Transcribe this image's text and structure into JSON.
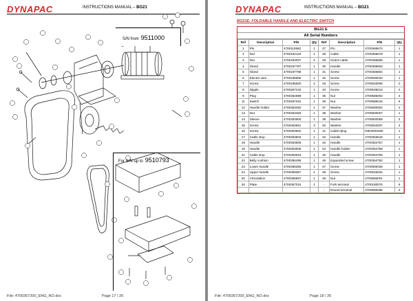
{
  "brand": "DYNAPAC",
  "left": {
    "header_manual": "INSTRUCTIONS MANUAL",
    "header_sep": " – ",
    "header_model": "BG21",
    "box1_label": "S/N from",
    "box1_sn": "9511000",
    "box2_label": "For S/N up to",
    "box2_sn": "9510793",
    "footer_file": "File: 4700367200_ENG_NO.doc",
    "footer_page": "Page 17 / 26"
  },
  "right": {
    "header_manual": "INSTRUCTIONS MANUAL",
    "header_sep": " – ",
    "header_model": "BG21",
    "section_title": "BG21E: FOLDABLE HANDLE AND ELECTRIC SWITCH",
    "table_title": "BG21 E",
    "table_subtitle": "All Serial Numbers",
    "footer_file": "File: 4700367200_ENG_NO.doc",
    "footer_page": "Page 18 / 26"
  },
  "columns": [
    "Ref",
    "Description",
    "P/N",
    "Qty",
    "Ref",
    "Description",
    "P/N",
    "Qty"
  ],
  "rows": [
    [
      "1",
      "Pin",
      "4700110682",
      "1",
      "27",
      "Pin",
      "4700366674",
      "1"
    ],
    [
      "2",
      "Nut",
      "4700182119",
      "1",
      "28",
      "Cable",
      "4700366678",
      "1"
    ],
    [
      "3",
      "Nut",
      "4700183037",
      "2",
      "29",
      "Clutch cable",
      "4700366689",
      "1"
    ],
    [
      "4",
      "Gland",
      "4700187767",
      "1",
      "30",
      "Handle",
      "4700366694",
      "1"
    ],
    [
      "5",
      "Gland",
      "4700187768",
      "1",
      "31",
      "Screw",
      "4700366854",
      "1"
    ],
    [
      "6",
      "Electric wire",
      "4700185805",
      "1",
      "32",
      "Screw",
      "4700500033",
      "1"
    ],
    [
      "7",
      "Screw",
      "4700185920",
      "2",
      "33",
      "Screw",
      "4700533009",
      "2"
    ],
    [
      "8",
      "Nipple",
      "4700367242",
      "1",
      "34",
      "Screw",
      "4700535013",
      "2"
    ],
    [
      "9",
      "Plug",
      "4700362899",
      "1",
      "35",
      "Nut",
      "4700586002",
      "3"
    ],
    [
      "11",
      "Switch",
      "4700367022",
      "1",
      "36",
      "Nut",
      "4700586018",
      "5"
    ],
    [
      "12",
      "Handle holder",
      "4700363492",
      "1",
      "37",
      "Washer",
      "4700600004",
      "2"
    ],
    [
      "13",
      "Nut",
      "4700363493",
      "1",
      "38",
      "Washer",
      "4700600007",
      "1"
    ],
    [
      "14",
      "Sleeve",
      "4700363500",
      "1",
      "39",
      "Washer",
      "4700600008",
      "2"
    ],
    [
      "15",
      "Screw",
      "4700363501",
      "3",
      "40",
      "Washer",
      "4700604007",
      "4"
    ],
    [
      "16",
      "Screw",
      "4700363502",
      "1",
      "41",
      "Cable+plug",
      "D604003290",
      "1"
    ],
    [
      "17",
      "Cable stop",
      "4700363503",
      "1",
      "42",
      "Handle",
      "4700363518",
      "1"
    ],
    [
      "18",
      "Handle",
      "4700363505",
      "1",
      "43",
      "Handle",
      "4700364757",
      "1"
    ],
    [
      "19",
      "Handle",
      "4700363506",
      "1",
      "44",
      "Handle holder",
      "4700364758",
      "1"
    ],
    [
      "21",
      "Cable stop",
      "4700363519",
      "1",
      "45",
      "Handle",
      "4700364759",
      "1"
    ],
    [
      "22",
      "Belly cushion",
      "4700365495",
      "1",
      "46",
      "Expanded screw",
      "4700364762",
      "1"
    ],
    [
      "23",
      "Lower handle",
      "4700368356",
      "1",
      "47",
      "Screw",
      "4700500026",
      "1"
    ],
    [
      "24",
      "Upper handle",
      "4700368357",
      "1",
      "48",
      "Screw",
      "4700533034",
      "1"
    ],
    [
      "25",
      "Articulation",
      "4700366667",
      "1",
      "49",
      "Nut",
      "4700586001",
      "1"
    ],
    [
      "26",
      "Plate",
      "4700367024",
      "1",
      "-",
      "Fork terminal",
      "4700180076",
      "6"
    ],
    [
      "",
      "",
      "",
      "",
      "-",
      "Round terminal",
      "4700960095",
      "3"
    ]
  ]
}
